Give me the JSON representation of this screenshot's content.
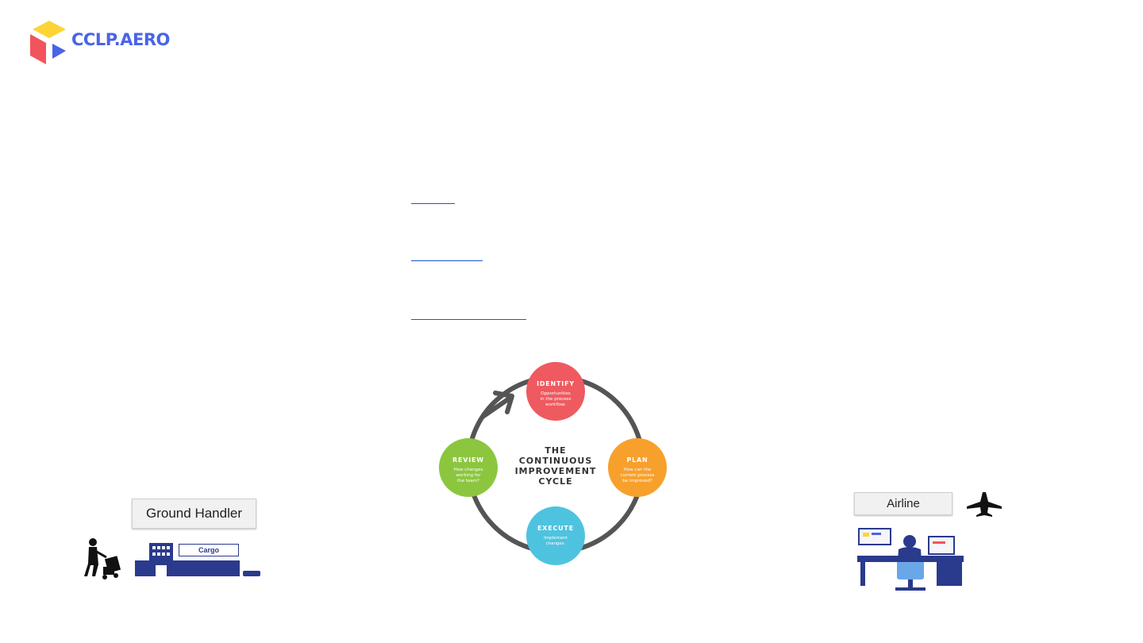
{
  "brand": {
    "name": "CCLP.AERO",
    "color": "#4a63e8"
  },
  "links": {
    "color": "#1a56c8"
  },
  "cycle": {
    "title_lines": [
      "THE",
      "CONTINUOUS",
      "IMPROVEMENT",
      "CYCLE"
    ],
    "stages": [
      {
        "name": "IDENTIFY",
        "desc_lines": [
          "Opportunities",
          "in the process",
          "workflow."
        ],
        "color": "#ee5a5f"
      },
      {
        "name": "PLAN",
        "desc_lines": [
          "How can the",
          "current process",
          "be improved?"
        ],
        "color": "#f7a02c"
      },
      {
        "name": "EXECUTE",
        "desc_lines": [
          "Implement",
          "changes."
        ],
        "color": "#4ec3e0"
      },
      {
        "name": "REVIEW",
        "desc_lines": [
          "How changes",
          "working for",
          "the team?"
        ],
        "color": "#8cc63f"
      }
    ]
  },
  "ground_handler": {
    "label": "Ground Handler",
    "cargo": "Cargo"
  },
  "airline": {
    "label": "Airline"
  }
}
